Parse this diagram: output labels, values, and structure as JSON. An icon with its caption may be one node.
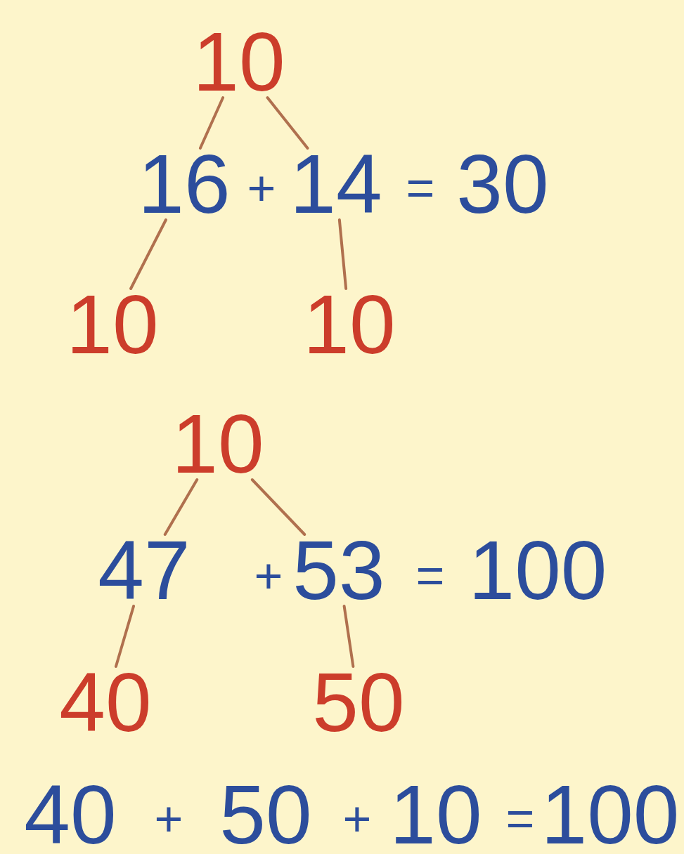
{
  "diagram": {
    "nodes": [
      {
        "text": [
          "10"
        ]
      },
      {
        "text": [
          "16"
        ]
      },
      {
        "text": [
          "14"
        ]
      },
      {
        "text": [
          "10"
        ]
      },
      {
        "text": [
          "10"
        ]
      },
      {
        "text": [
          "10"
        ]
      },
      {
        "text": [
          "47"
        ]
      },
      {
        "text": [
          "53"
        ]
      },
      {
        "text": [
          "40"
        ]
      },
      {
        "text": [
          "50"
        ]
      }
    ],
    "edges": [
      {
        "from": 0,
        "to": 1,
        "arrow": "none"
      },
      {
        "from": 0,
        "to": 2,
        "arrow": "none"
      },
      {
        "from": 1,
        "to": 3,
        "arrow": "none"
      },
      {
        "from": 2,
        "to": 4,
        "arrow": "none"
      },
      {
        "from": 5,
        "to": 6,
        "arrow": "none"
      },
      {
        "from": 5,
        "to": 7,
        "arrow": "none"
      },
      {
        "from": 6,
        "to": 8,
        "arrow": "none"
      },
      {
        "from": 7,
        "to": 9,
        "arrow": "none"
      }
    ],
    "labels": [
      "+",
      "=",
      "30",
      "+",
      "=",
      "100",
      "40",
      "+",
      "50",
      "+",
      "10",
      "=",
      "100"
    ]
  }
}
